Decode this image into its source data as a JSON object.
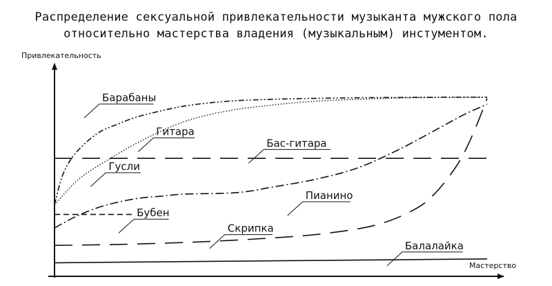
{
  "chart_data": {
    "type": "line",
    "title": "Распределение сексуальной привлекательности музыканта мужского пола",
    "subtitle": "относительно мастерства владения (музыкальным) инстументом.",
    "xlabel": "Мастерство",
    "ylabel": "Привлекательность",
    "xlim": [
      0,
      100
    ],
    "ylim": [
      0,
      100
    ],
    "grid": false,
    "legend": "labels on curves",
    "series": [
      {
        "name": "Барабаны",
        "x": [
          0,
          2,
          5,
          10,
          15,
          20,
          30,
          40,
          50,
          60,
          70,
          80,
          90,
          100
        ],
        "y": [
          37,
          53,
          64,
          74,
          79,
          83,
          88,
          90.5,
          91.5,
          92,
          92.3,
          92.5,
          92.6,
          92.6
        ],
        "dash": "dashdotdot",
        "label_x": 11,
        "label_y": 90.5
      },
      {
        "name": "Гитара",
        "x": [
          0,
          5,
          10,
          20,
          30,
          40,
          50,
          60,
          70,
          80,
          90,
          100
        ],
        "y": [
          37,
          49,
          57,
          70,
          80,
          85.5,
          88.5,
          90.5,
          91.5,
          92.2,
          92.5,
          92.6
        ],
        "dash": "dotted",
        "label_x": 23.5,
        "label_y": 73
      },
      {
        "name": "Бас-гитара",
        "x": [
          0,
          100
        ],
        "y": [
          61,
          61
        ],
        "dash": "longdash",
        "label_x": 49,
        "label_y": 67
      },
      {
        "name": "Гусли",
        "x": [],
        "y": [],
        "dash": "none",
        "label_x": 12.5,
        "label_y": 55
      },
      {
        "name": "Пианино",
        "x": [
          0,
          5,
          10,
          15,
          20,
          25,
          30,
          40,
          45,
          50,
          60,
          70,
          80,
          90,
          95,
          100
        ],
        "y": [
          25,
          31,
          35.5,
          38.5,
          40.5,
          41.5,
          42.5,
          43,
          44,
          46,
          50,
          56,
          66,
          78,
          84,
          89
        ],
        "dash": "dashdot",
        "label_x": 58,
        "label_y": 40
      },
      {
        "name": "Бубен",
        "x": [
          0,
          18
        ],
        "y": [
          32,
          32
        ],
        "dash": "shortdash",
        "label_x": 19,
        "label_y": 31
      },
      {
        "name": "Скрипка",
        "x": [
          0,
          15,
          30,
          40,
          50,
          60,
          70,
          75,
          80,
          85,
          88,
          91,
          94,
          97,
          100
        ],
        "y": [
          16,
          16.5,
          17.5,
          18.5,
          19.8,
          21.5,
          24.5,
          27,
          31,
          37,
          43,
          51,
          61,
          75,
          92
        ],
        "dash": "longdash",
        "label_x": 40,
        "label_y": 23
      },
      {
        "name": "Балалайка",
        "x": [
          0,
          100
        ],
        "y": [
          7,
          9
        ],
        "dash": "solid",
        "label_x": 81,
        "label_y": 14
      }
    ]
  }
}
